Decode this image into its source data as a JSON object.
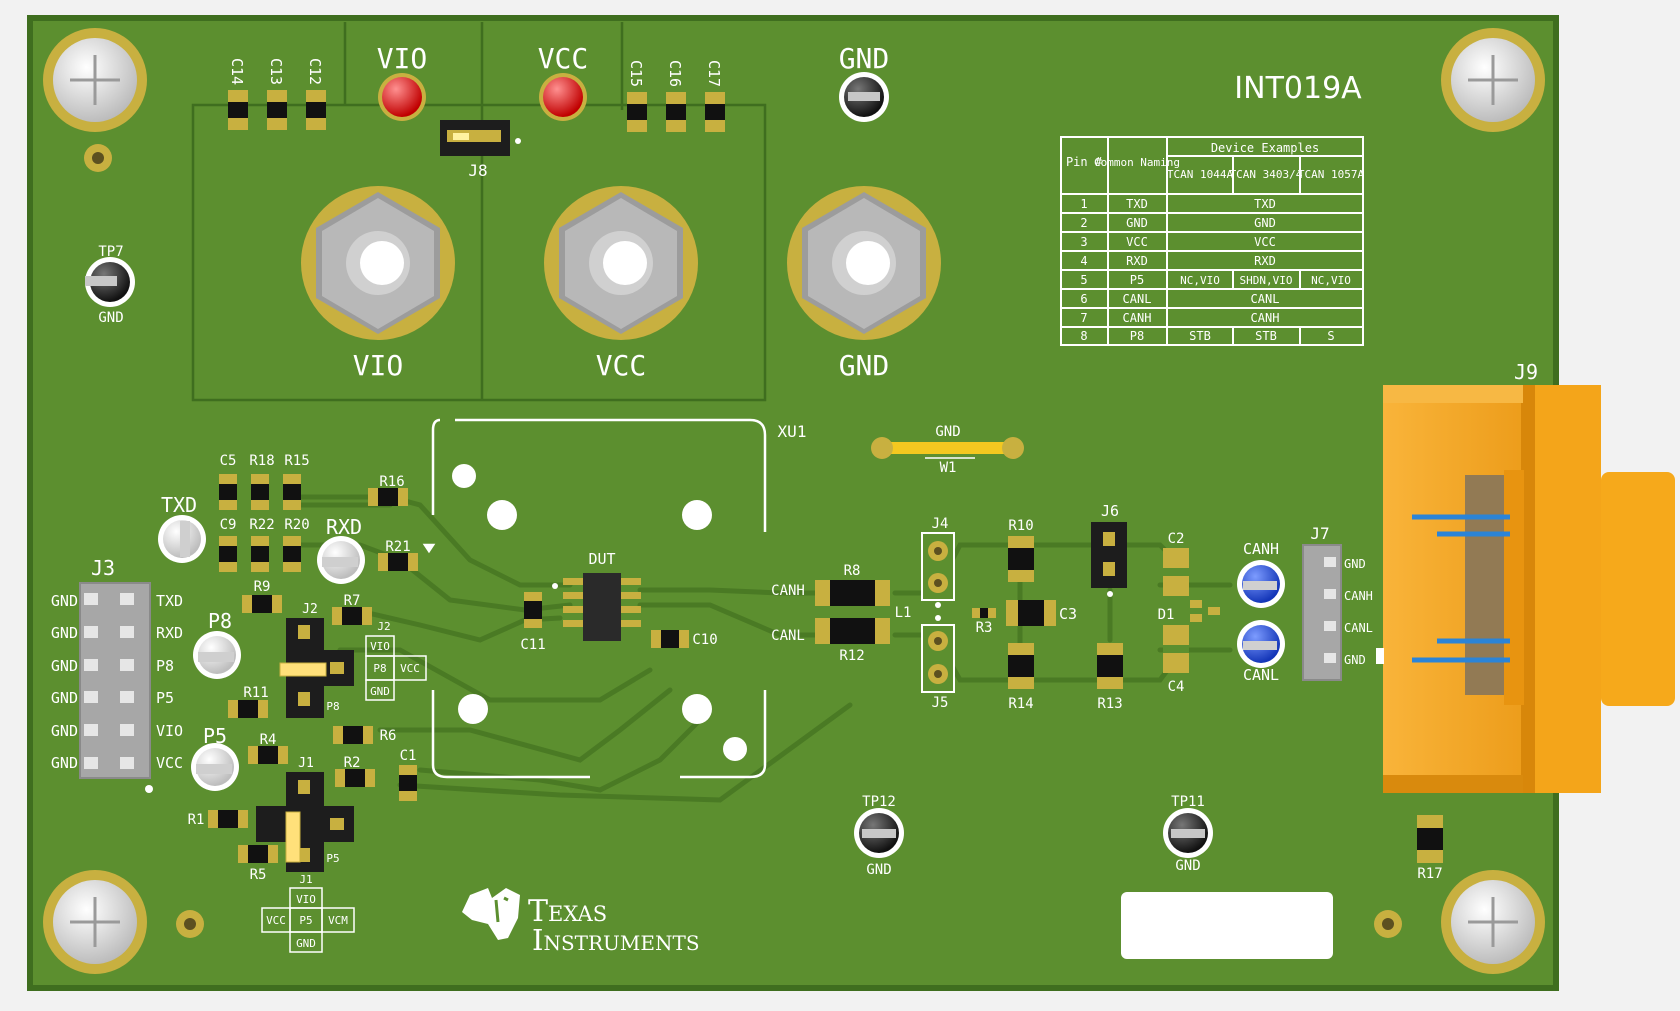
{
  "colors": {
    "board": "#5c8f2f",
    "board_edge": "#3f6e1f",
    "silkscreen": "#ffffff",
    "gold": "#c8b040",
    "trace": "#4c7c25",
    "connector": "#f5a417",
    "can_blue": "#2a4fd0",
    "red_post": "#e01818"
  },
  "board": {
    "title": "INT019A",
    "logo_line1": "Texas",
    "logo_line2": "Instruments"
  },
  "top_labels": {
    "vio": "VIO",
    "vcc": "VCC",
    "gnd": "GND",
    "j8": "J8",
    "xu1": "XU1",
    "dut": "DUT",
    "w1_gnd": "GND",
    "w1": "W1"
  },
  "caps_top": [
    "C14",
    "C13",
    "C12",
    "C15",
    "C16",
    "C17"
  ],
  "pin_table": {
    "header_pin": "Pin #",
    "header_naming": "Common Naming",
    "header_examples": "Device Examples",
    "devices": [
      "TCAN 1044A",
      "TCAN 3403/4",
      "TCAN 1057A"
    ],
    "rows": [
      {
        "pin": "1",
        "name": "TXD",
        "values": [
          "TXD"
        ]
      },
      {
        "pin": "2",
        "name": "GND",
        "values": [
          "GND"
        ]
      },
      {
        "pin": "3",
        "name": "VCC",
        "values": [
          "VCC"
        ]
      },
      {
        "pin": "4",
        "name": "RXD",
        "values": [
          "RXD"
        ]
      },
      {
        "pin": "5",
        "name": "P5",
        "values": [
          "NC,VIO",
          "SHDN,VIO",
          "NC,VIO"
        ]
      },
      {
        "pin": "6",
        "name": "CANL",
        "values": [
          "CANL"
        ]
      },
      {
        "pin": "7",
        "name": "CANH",
        "values": [
          "CANH"
        ]
      },
      {
        "pin": "8",
        "name": "P8",
        "values": [
          "STB",
          "STB",
          "S"
        ]
      }
    ]
  },
  "j3": {
    "label": "J3",
    "left": [
      "GND",
      "GND",
      "GND",
      "GND",
      "GND",
      "GND"
    ],
    "right": [
      "TXD",
      "RXD",
      "P8",
      "P5",
      "VIO",
      "VCC"
    ]
  },
  "test_points": {
    "tp7": "TP7",
    "tp7_gnd": "GND",
    "txd": "TXD",
    "rxd": "RXD",
    "p8": "P8",
    "p5": "P5",
    "tp12": "TP12",
    "tp12_gnd": "GND",
    "tp11": "TP11",
    "tp11_gnd": "GND",
    "canh": "CANH",
    "canl": "CANL"
  },
  "left_parts": {
    "c5": "C5",
    "r18": "R18",
    "r15": "R15",
    "r16": "R16",
    "c9": "C9",
    "r22": "R22",
    "r20": "R20",
    "r21": "R21",
    "r9": "R9",
    "r7": "R7",
    "j2": "J2",
    "r11": "R11",
    "p8": "P8",
    "r4": "R4",
    "r6": "R6",
    "r2": "R2",
    "c1": "C1",
    "j1": "J1",
    "r1": "R1",
    "r5": "R5",
    "p5": "P5",
    "c11": "C11",
    "c10": "C10"
  },
  "j2_box": {
    "top": "VIO",
    "mid_left": "P8",
    "mid_right": "VCC",
    "bottom": "GND",
    "tag": "J2"
  },
  "j1_box": {
    "top": "VIO",
    "left": "VCC",
    "center": "P5",
    "right": "VCM",
    "bottom": "GND",
    "tag": "J1"
  },
  "can_parts": {
    "canh": "CANH",
    "canl": "CANL",
    "r8": "R8",
    "r12": "R12",
    "l1": "L1",
    "j4": "J4",
    "j5": "J5",
    "r10": "R10",
    "r3": "R3",
    "c3": "C3",
    "r14": "R14",
    "j6": "J6",
    "r13": "R13",
    "c2": "C2",
    "c4": "C4",
    "d1": "D1"
  },
  "j7": {
    "label": "J7",
    "pins": [
      "GND",
      "CANH",
      "CANL",
      "GND"
    ]
  },
  "j9": {
    "label": "J9"
  },
  "r17": "R17"
}
